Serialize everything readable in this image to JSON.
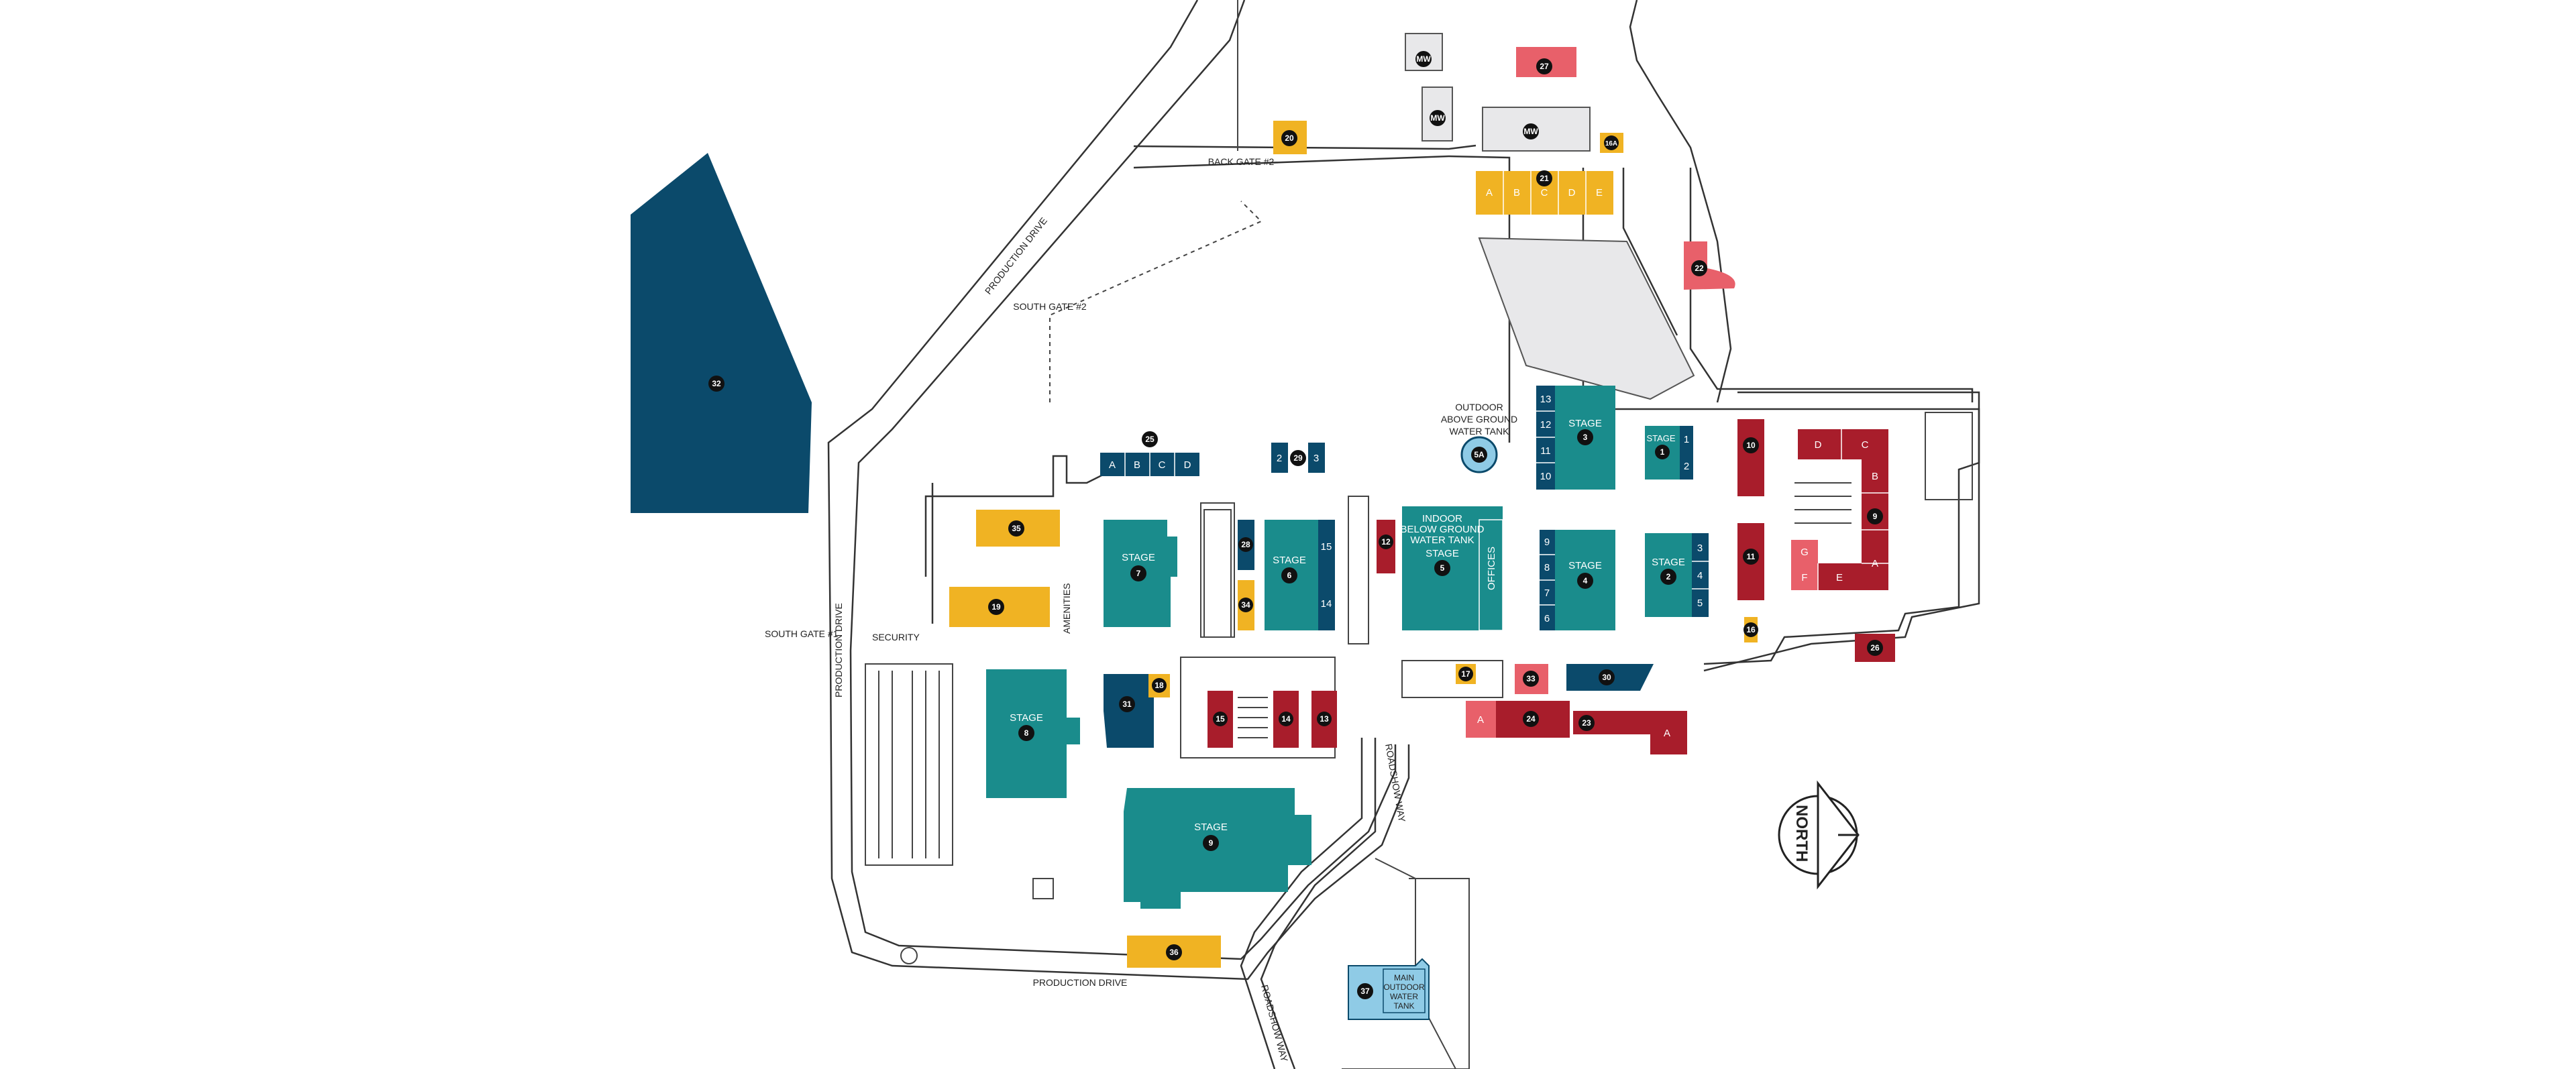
{
  "colors": {
    "teal": "#1a8c8c",
    "navy": "#0b4a6b",
    "yellow": "#f0b323",
    "red": "#a81d2b",
    "pink": "#e8606a",
    "gray": "#e8e8ea",
    "lightblue": "#8fcbe6"
  },
  "labels": {
    "back_gate": "BACK GATE #2",
    "south_gate_2": "SOUTH GATE #2",
    "south_gate_1": "SOUTH GATE #1",
    "production_drive_top": "PRODUCTION DRIVE",
    "production_drive_left": "PRODUCTION DRIVE",
    "production_drive_bottom": "PRODUCTION DRIVE",
    "roadshow_way_top": "ROADSHOW WAY",
    "roadshow_way_bottom": "ROADSHOW WAY",
    "security": "SECURITY",
    "amenities": "AMENITIES",
    "offices": "OFFICES",
    "north": "NORTH",
    "outdoor_tank": [
      "OUTDOOR",
      "ABOVE GROUND",
      "WATER TANK"
    ],
    "indoor_tank": [
      "INDOOR",
      "BELOW GROUND",
      "WATER TANK"
    ],
    "main_tank": [
      "MAIN",
      "OUTDOOR",
      "WATER",
      "TANK"
    ],
    "stage": "STAGE"
  },
  "markers": {
    "n1": "1",
    "n2": "2",
    "n3": "3",
    "n4": "4",
    "n5": "5",
    "n6": "6",
    "n7": "7",
    "n8": "8",
    "n9": "9",
    "n10": "10",
    "n11": "11",
    "n12": "12",
    "n13": "13",
    "n14": "14",
    "n15": "15",
    "n16": "16",
    "n16a": "16A",
    "n17": "17",
    "n18": "18",
    "n19": "19",
    "n20": "20",
    "n21": "21",
    "n22": "22",
    "n23": "23",
    "n24": "24",
    "n25": "25",
    "n26": "26",
    "n27": "27",
    "n28": "28",
    "n29": "29",
    "n30": "30",
    "n31": "31",
    "n32": "32",
    "n33": "33",
    "n34": "34",
    "n35": "35",
    "n36": "36",
    "n37": "37",
    "n5a": "5A",
    "mw": "MW"
  },
  "sub": {
    "A": "A",
    "B": "B",
    "C": "C",
    "D": "D",
    "E": "E",
    "F": "F",
    "G": "G",
    "s1": "1",
    "s2": "2",
    "s3": "3",
    "s4": "4",
    "s5": "5",
    "s6": "6",
    "s7": "7",
    "s8": "8",
    "s9": "9",
    "s10": "10",
    "s11": "11",
    "s12": "12",
    "s13": "13",
    "s14": "14",
    "s15": "15"
  }
}
